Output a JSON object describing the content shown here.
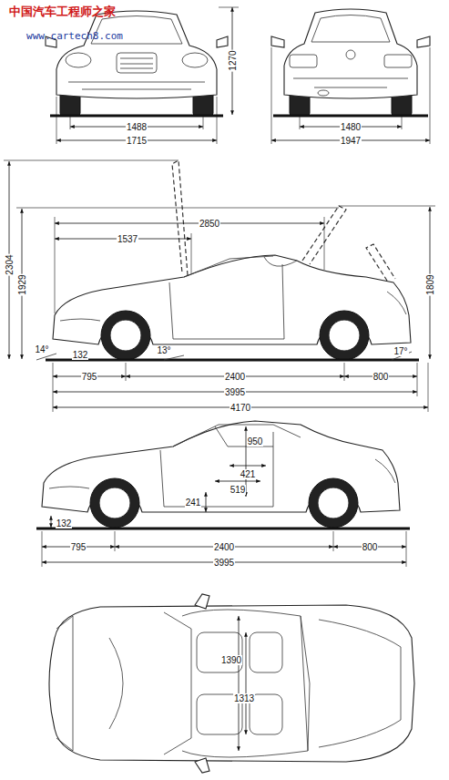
{
  "diagram": {
    "labels": [
      "中国汽车工程师之家",
      "www.cartech8.com",
      "1270",
      "1488",
      "1715",
      "1480",
      "1947",
      "2304",
      "1929",
      "2850",
      "1537",
      "1809",
      "14°",
      "132",
      "13°",
      "17°",
      "795",
      "2400",
      "800",
      "3995",
      "4170",
      "950",
      "421",
      "519",
      "241",
      "132",
      "795",
      "2400",
      "800",
      "3995",
      "1390",
      "1313"
    ]
  }
}
